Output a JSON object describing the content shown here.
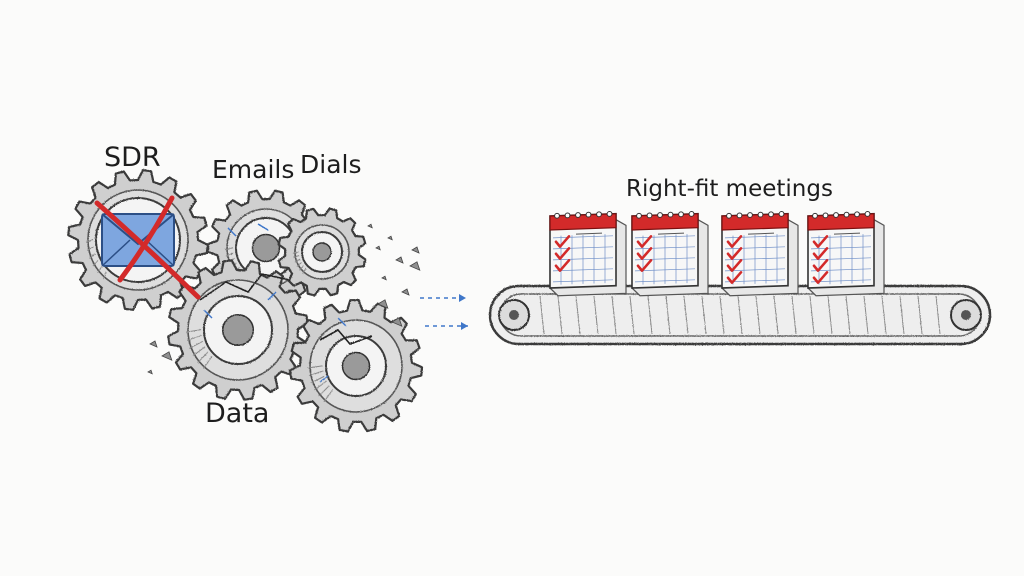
{
  "labels": {
    "sdr": "SDR",
    "emails": "Emails",
    "dials": "Dials",
    "data": "Data",
    "outcome": "Right-fit meetings"
  },
  "calendar_count": 4,
  "icons": {
    "envelope": "envelope-icon",
    "cross": "red-x-icon",
    "check": "checkmark-icon",
    "arrow": "dashed-arrow-icon"
  },
  "colors": {
    "ink": "#3a3a3a",
    "gear_fill": "#cfcfcf",
    "red": "#d32a2a",
    "blue": "#3f77c9",
    "envelope_fill": "#7ea6df"
  }
}
